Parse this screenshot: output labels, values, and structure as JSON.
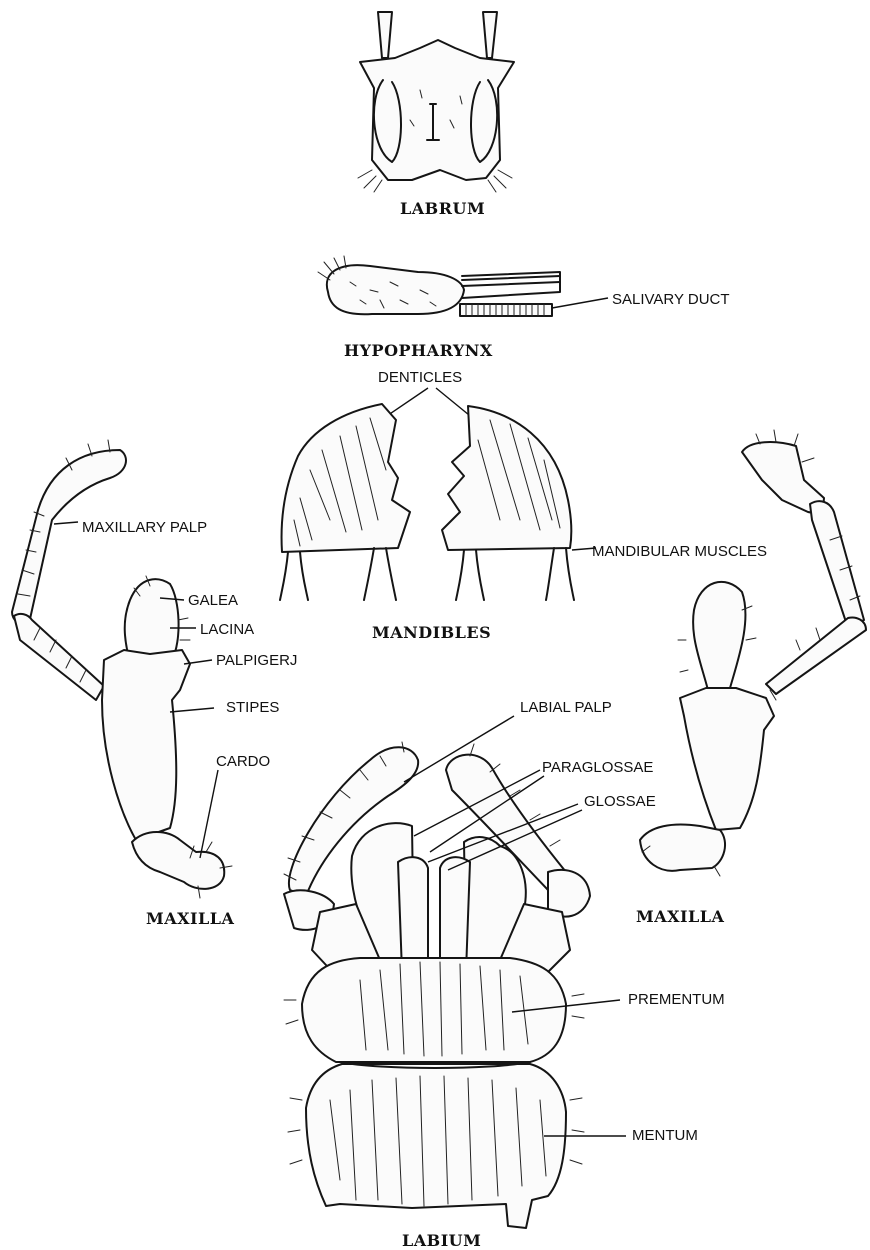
{
  "captions": {
    "labrum": "LABRUM",
    "hypopharynx": "HYPOPHARYNX",
    "mandibles": "MANDIBLES",
    "maxilla_left": "MAXILLA",
    "maxilla_right": "MAXILLA",
    "labium": "LABIUM"
  },
  "labels": {
    "salivary_duct": "SALIVARY DUCT",
    "denticles": "DENTICLES",
    "maxillary_palp": "MAXILLARY PALP",
    "galea": "GALEA",
    "lacina": "LACINA",
    "palpiger": "PALPIGERJ",
    "stipes": "STIPES",
    "cardo": "CARDO",
    "mandibular_muscles": "MANDIBULAR MUSCLES",
    "labial_palp": "LABIAL PALP",
    "paraglossae": "PARAGLOSSAE",
    "glossae": "GLOSSAE",
    "prementum": "PREMENTUM",
    "mentum": "MENTUM"
  },
  "colors": {
    "ink": "#151515",
    "paper": "#ffffff"
  }
}
